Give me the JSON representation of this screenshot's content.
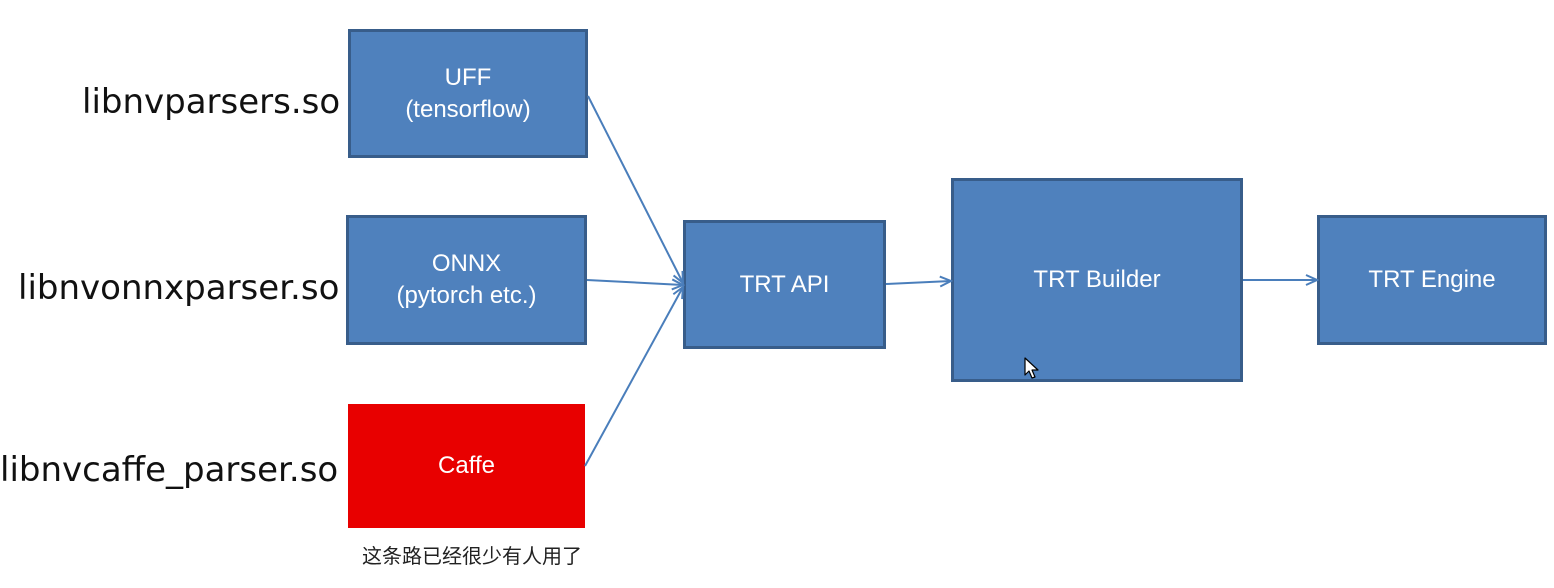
{
  "libraries": [
    {
      "label": "libnvparsers.so"
    },
    {
      "label": "libnvonnxparser.so"
    },
    {
      "label": "libnvcaffe_parser.so"
    }
  ],
  "parsers": {
    "uff": {
      "line1": "UFF",
      "line2": "(tensorflow)"
    },
    "onnx": {
      "line1": "ONNX",
      "line2": "(pytorch etc.)"
    },
    "caffe": {
      "label": "Caffe"
    }
  },
  "pipeline": {
    "api": "TRT API",
    "builder": "TRT Builder",
    "engine": "TRT Engine"
  },
  "note": "这条路已经很少有人用了",
  "colors": {
    "box_fill": "#4f81bd",
    "box_border": "#385d8a",
    "deprecated_fill": "#e80000",
    "arrow": "#4a7ebb"
  }
}
